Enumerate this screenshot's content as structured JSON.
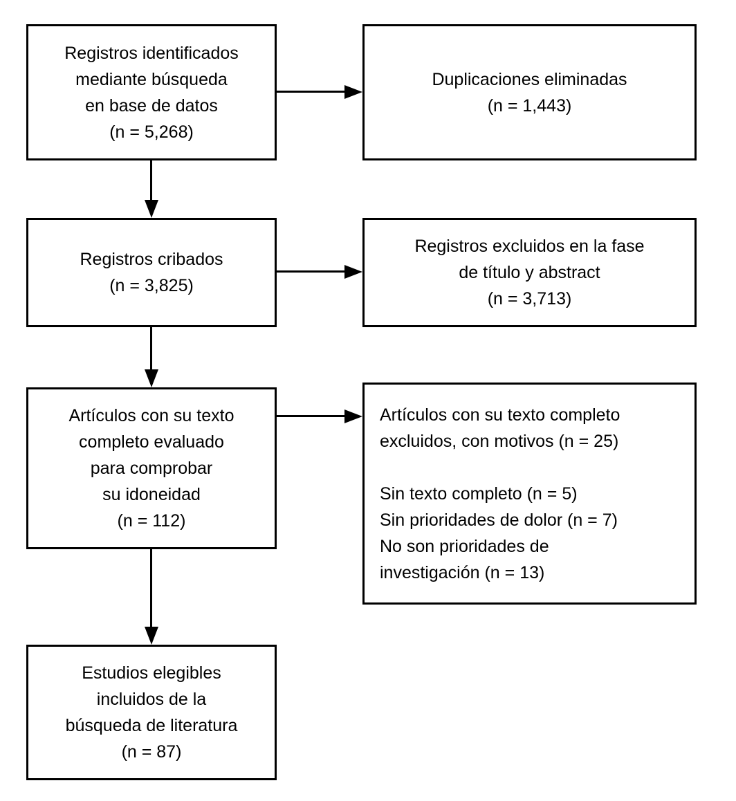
{
  "colors": {
    "border": "#000000",
    "text": "#000000",
    "background": "#ffffff"
  },
  "boxes": {
    "identified": "Registros identificados\nmediante búsqueda\nen base de datos\n(n = 5,268)",
    "duplicates_removed": "Duplicaciones eliminadas\n(n = 1,443)",
    "screened": "Registros cribados\n(n = 3,825)",
    "excluded_title_abstract": "Registros excluidos en la fase\nde título y abstract\n(n = 3,713)",
    "fulltext_assessed": "Artículos con su texto\ncompleto evaluado\npara comprobar\nsu idoneidad\n(n = 112)",
    "fulltext_excluded": "Artículos con su texto completo\nexcluidos, con motivos (n = 25)\n\nSin texto completo (n = 5)\nSin prioridades de dolor (n = 7)\nNo son prioridades de\ninvestigación (n = 13)",
    "included": "Estudios elegibles\nincluidos de la\nbúsqueda de literatura\n(n = 87)"
  },
  "arrows": [
    {
      "from": "identified",
      "to": "duplicates_removed",
      "direction": "right"
    },
    {
      "from": "identified",
      "to": "screened",
      "direction": "down"
    },
    {
      "from": "screened",
      "to": "excluded_title_abstract",
      "direction": "right"
    },
    {
      "from": "screened",
      "to": "fulltext_assessed",
      "direction": "down"
    },
    {
      "from": "fulltext_assessed",
      "to": "fulltext_excluded",
      "direction": "right"
    },
    {
      "from": "fulltext_assessed",
      "to": "included",
      "direction": "down"
    }
  ]
}
